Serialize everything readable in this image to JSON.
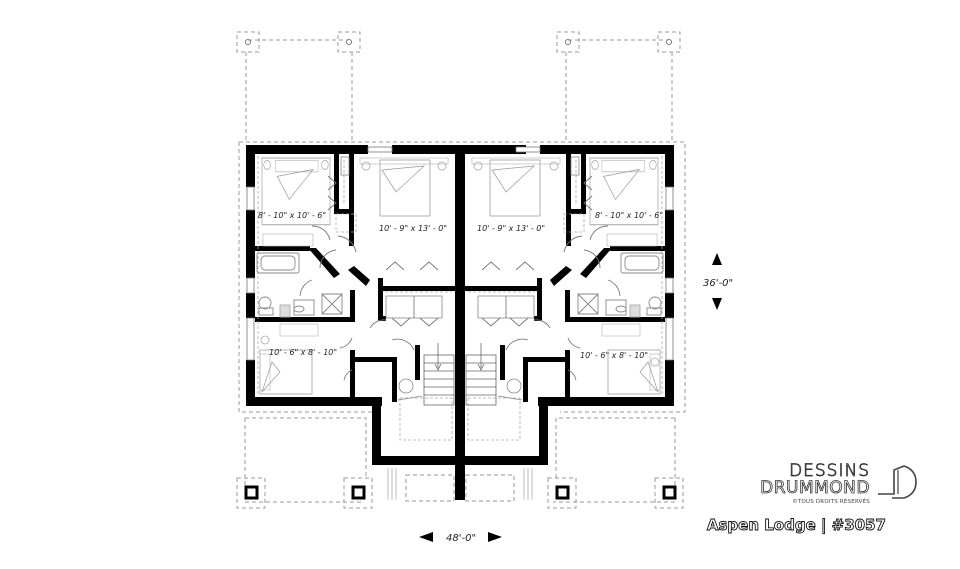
{
  "plan": {
    "type": "floor-plan",
    "layout": "semi-detached duplex, mirrored units",
    "units": [
      {
        "name": "left-unit",
        "rooms": [
          {
            "name": "bedroom-top-left",
            "label": "8' - 10\" x 10' - 6\""
          },
          {
            "name": "master-bedroom",
            "label": "10' - 9\" x 13' - 0\""
          },
          {
            "name": "bedroom-bottom",
            "label": "10' - 6\" x 8' - 10\""
          },
          {
            "name": "bathroom",
            "label": ""
          },
          {
            "name": "stairs",
            "label": ""
          }
        ]
      },
      {
        "name": "right-unit",
        "rooms": [
          {
            "name": "master-bedroom",
            "label": "10' - 9\" x 13' - 0\""
          },
          {
            "name": "bedroom-top-right",
            "label": "8' - 10\" x 10' - 6\""
          },
          {
            "name": "bedroom-bottom",
            "label": "10' - 6\" x 8' - 10\""
          },
          {
            "name": "bathroom",
            "label": ""
          },
          {
            "name": "stairs",
            "label": ""
          }
        ]
      }
    ],
    "dimensions": {
      "width": "48'-0\"",
      "depth": "36'-0\""
    }
  },
  "branding": {
    "line1": "DESSINS",
    "line2": "DRUMMOND",
    "rights": "©TOUS DROITS RÉSERVÉS",
    "plan_name": "Aspen Lodge | #3057"
  },
  "colors": {
    "wall": "#000000",
    "dashed": "#9a9a9a",
    "fixture": "#8a8a8a",
    "background": "#ffffff"
  }
}
